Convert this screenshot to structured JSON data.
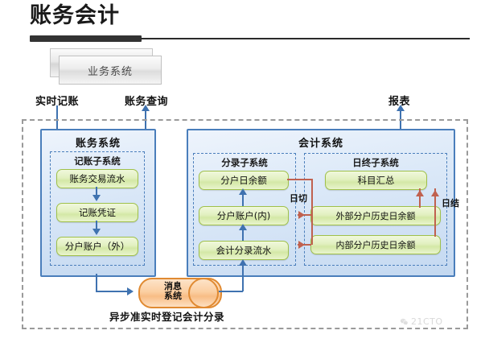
{
  "page": {
    "title": "账务会计"
  },
  "business_system": {
    "label": "业务系统"
  },
  "top_flows": {
    "realtime_posting": "实时记账",
    "account_query": "账务查询",
    "report": "报表"
  },
  "accounting_ledger_system": {
    "title": "账务系统",
    "subsystem": {
      "title": "记账子系统",
      "nodes": [
        {
          "label": "账务交易流水"
        },
        {
          "label": "记账凭证"
        },
        {
          "label": "分户账户（外）"
        }
      ]
    }
  },
  "accounting_system": {
    "title": "会计系统",
    "entry_subsystem": {
      "title": "分录子系统",
      "nodes": [
        {
          "label": "分户日余额"
        },
        {
          "label": "分户账户(内)"
        },
        {
          "label": "会计分录流水"
        }
      ]
    },
    "eod_subsystem": {
      "title": "日终子系统",
      "nodes": [
        {
          "label": "科目汇总"
        },
        {
          "label": "外部分户历史日余额"
        },
        {
          "label": "内部分户历史日余额"
        }
      ]
    },
    "flow_labels": {
      "day_cut": "日切",
      "day_close": "日结"
    }
  },
  "message_system": {
    "line1": "消息",
    "line2": "系统",
    "caption": "异步准实时登记会计分录"
  },
  "watermark": {
    "text": "21CTO",
    "icon": "wechat-icon"
  },
  "colors": {
    "panel_border": "#4a7ebb",
    "node_border": "#9fc04a",
    "arrow_blue": "#3f72b0",
    "arrow_red": "#c0614f",
    "message_border": "#e08a32",
    "outer_dash": "#9a9a9a"
  }
}
